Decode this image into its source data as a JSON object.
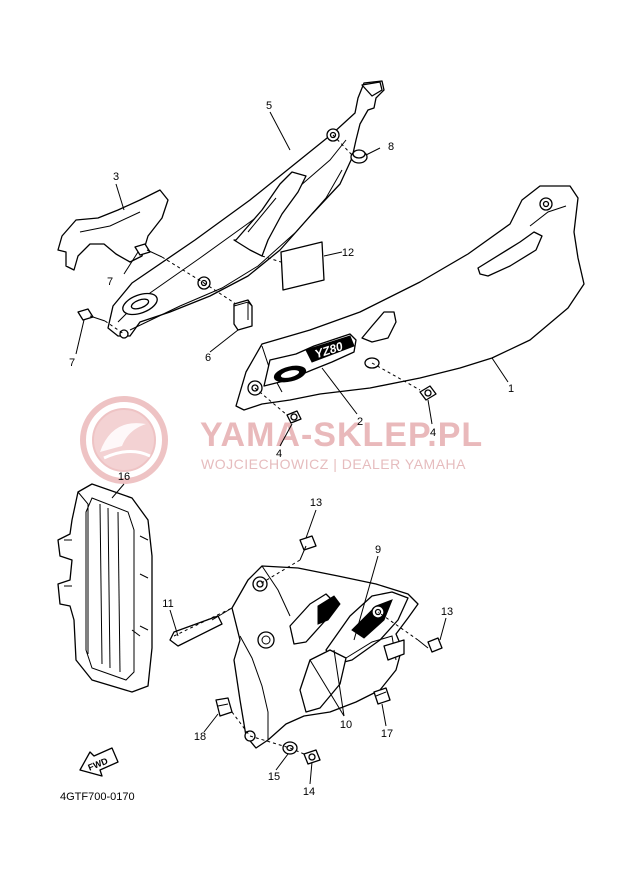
{
  "watermark": {
    "title": "YAMA-SKLEP.PL",
    "subtitle": "WOJCIECHOWICZ | DEALER YAMAHA",
    "color": "#e9b9bb"
  },
  "diagram_code": "4GTF700-0170",
  "fwd_label": "FWD",
  "decal_text": "YZ80",
  "callouts": {
    "p1": "1",
    "p2": "2",
    "p3": "3",
    "p4a": "4",
    "p4b": "4",
    "p5": "5",
    "p6": "6",
    "p7a": "7",
    "p7b": "7",
    "p8": "8",
    "p9": "9",
    "p10": "10",
    "p11": "11",
    "p12": "12",
    "p13a": "13",
    "p13b": "13",
    "p14": "14",
    "p15": "15",
    "p16": "16",
    "p17": "17",
    "p18": "18"
  }
}
